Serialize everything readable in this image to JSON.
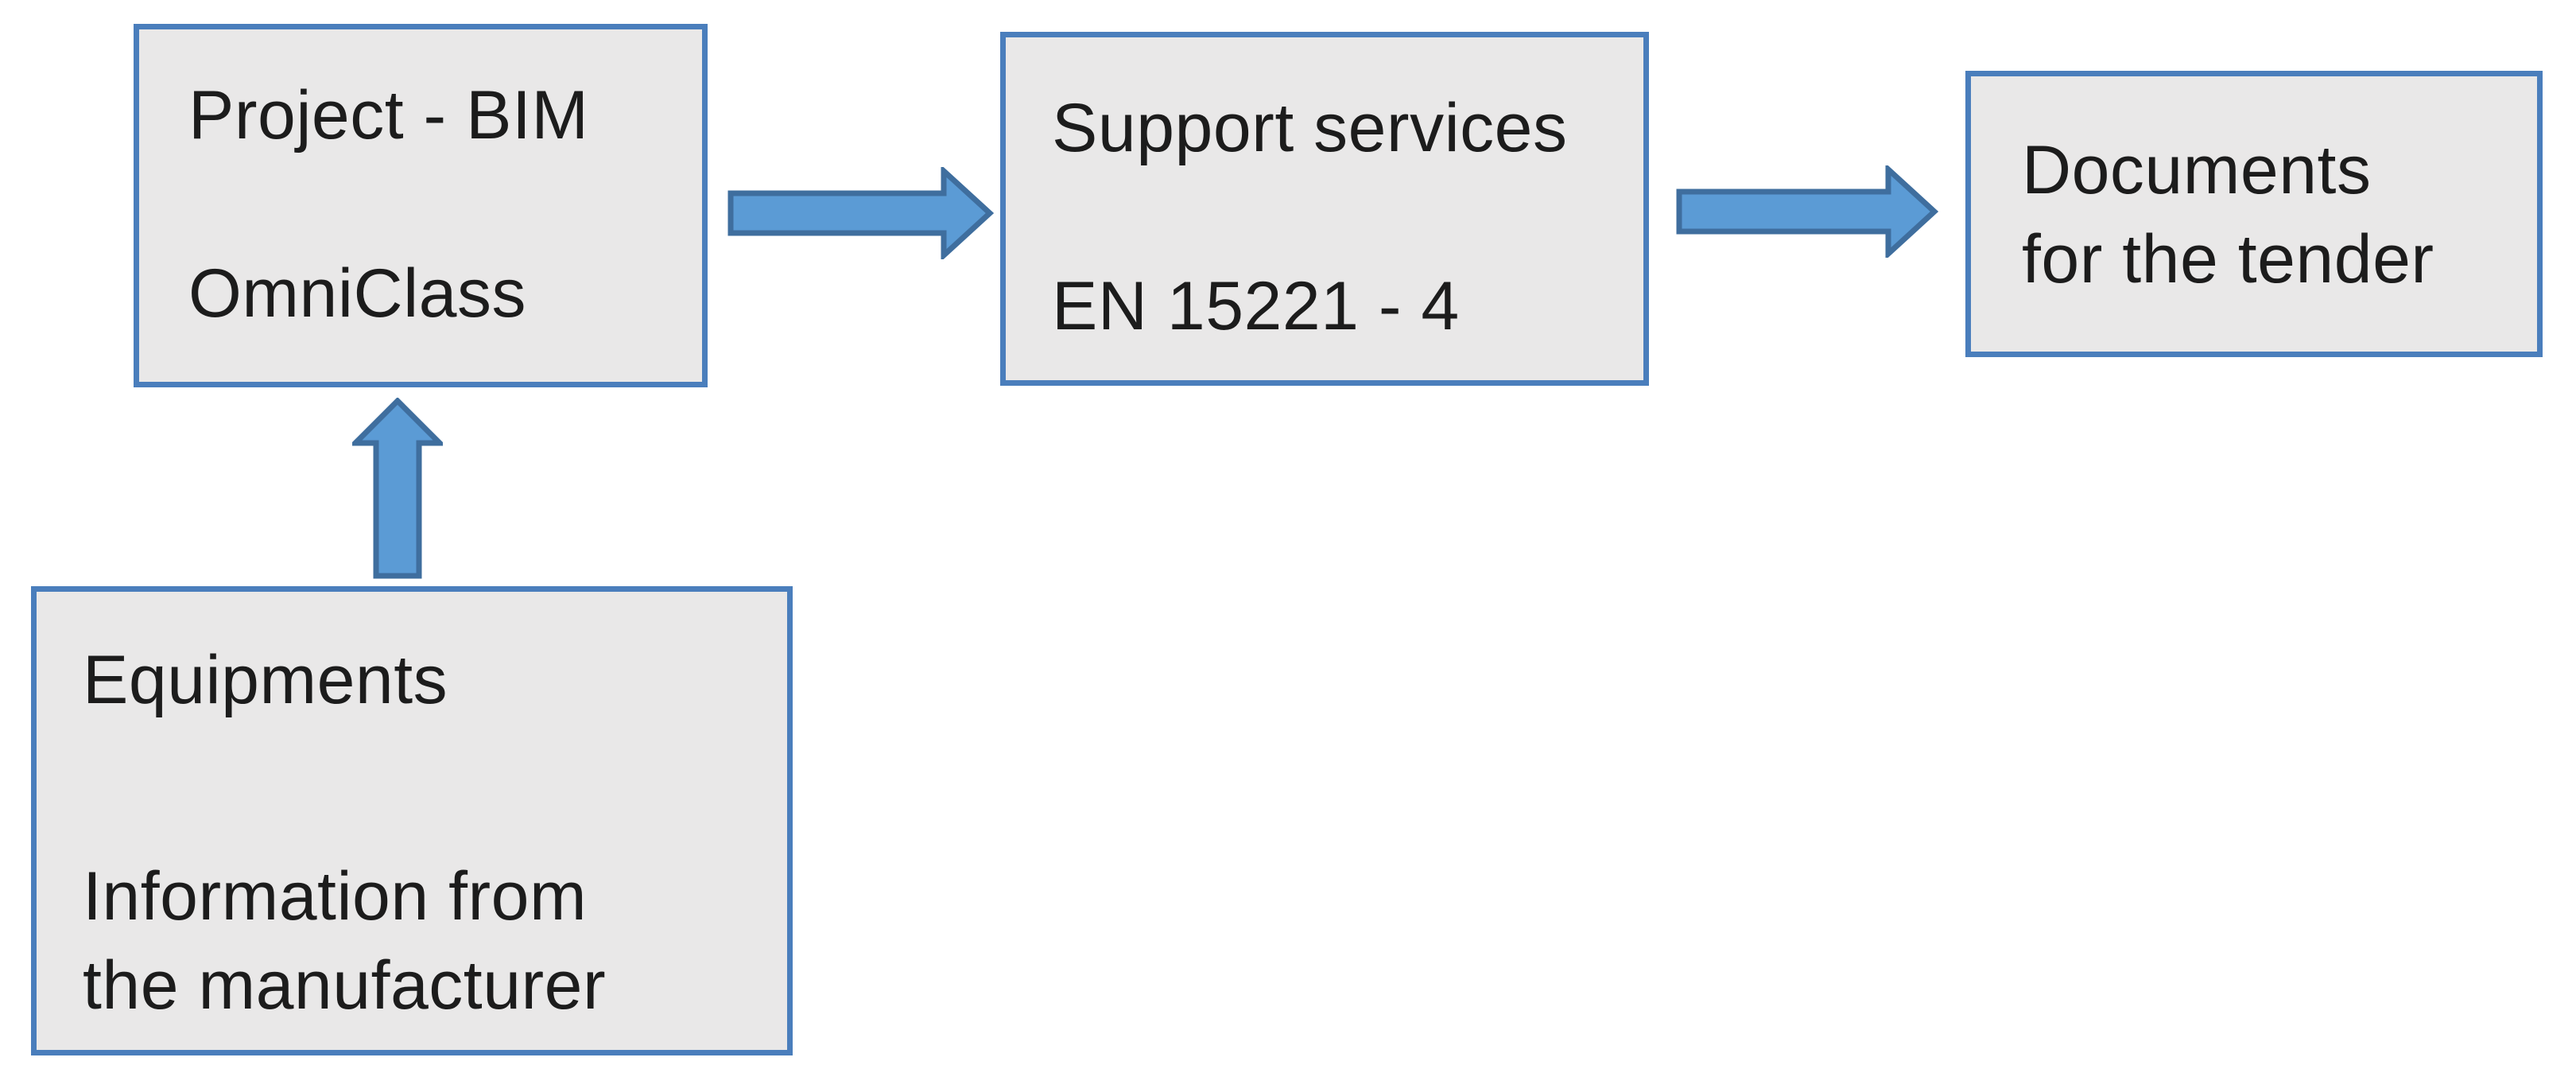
{
  "theme": {
    "canvas-bg": "#ffffff",
    "node-fill": "#e9e8e8",
    "node-border": "#4a7ebc",
    "arrow-fill": "#5b9bd5",
    "arrow-outline": "#3f6e9e",
    "text-color": "#1c1c1c"
  },
  "nodes": {
    "project_bim": {
      "line1": "Project - BIM",
      "line2": "OmniClass"
    },
    "support_services": {
      "line1": "Support services",
      "line2": "EN 15221 - 4"
    },
    "documents_tender": {
      "line1": "Documents",
      "line2": "for the tender"
    },
    "equipments": {
      "line1": "Equipments",
      "line2": "Information from",
      "line3": "the manufacturer"
    }
  },
  "arrows": [
    {
      "name": "arrow-project-to-support",
      "direction": "right"
    },
    {
      "name": "arrow-support-to-documents",
      "direction": "right"
    },
    {
      "name": "arrow-equipments-to-project",
      "direction": "up"
    }
  ]
}
